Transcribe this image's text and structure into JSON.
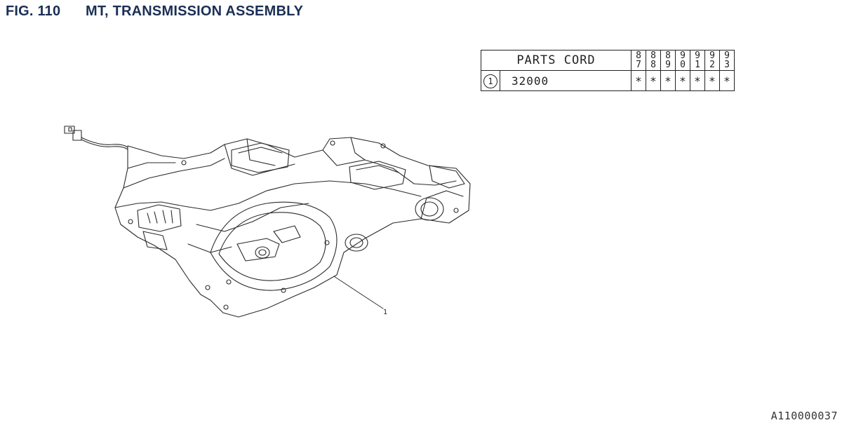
{
  "figure": {
    "number": "FIG. 110",
    "title": "MT, TRANSMISSION ASSEMBLY"
  },
  "parts_table": {
    "header_label": "PARTS CORD",
    "years": [
      [
        "8",
        "7"
      ],
      [
        "8",
        "8"
      ],
      [
        "8",
        "9"
      ],
      [
        "9",
        "0"
      ],
      [
        "9",
        "1"
      ],
      [
        "9",
        "2"
      ],
      [
        "9",
        "3"
      ]
    ],
    "rows": [
      {
        "ref": "1",
        "code": "32000",
        "marks": [
          "*",
          "*",
          "*",
          "*",
          "*",
          "*",
          "*"
        ]
      }
    ]
  },
  "illustration": {
    "subject": "transmission-assembly",
    "callout": "1"
  },
  "doc_id": "A110000037"
}
